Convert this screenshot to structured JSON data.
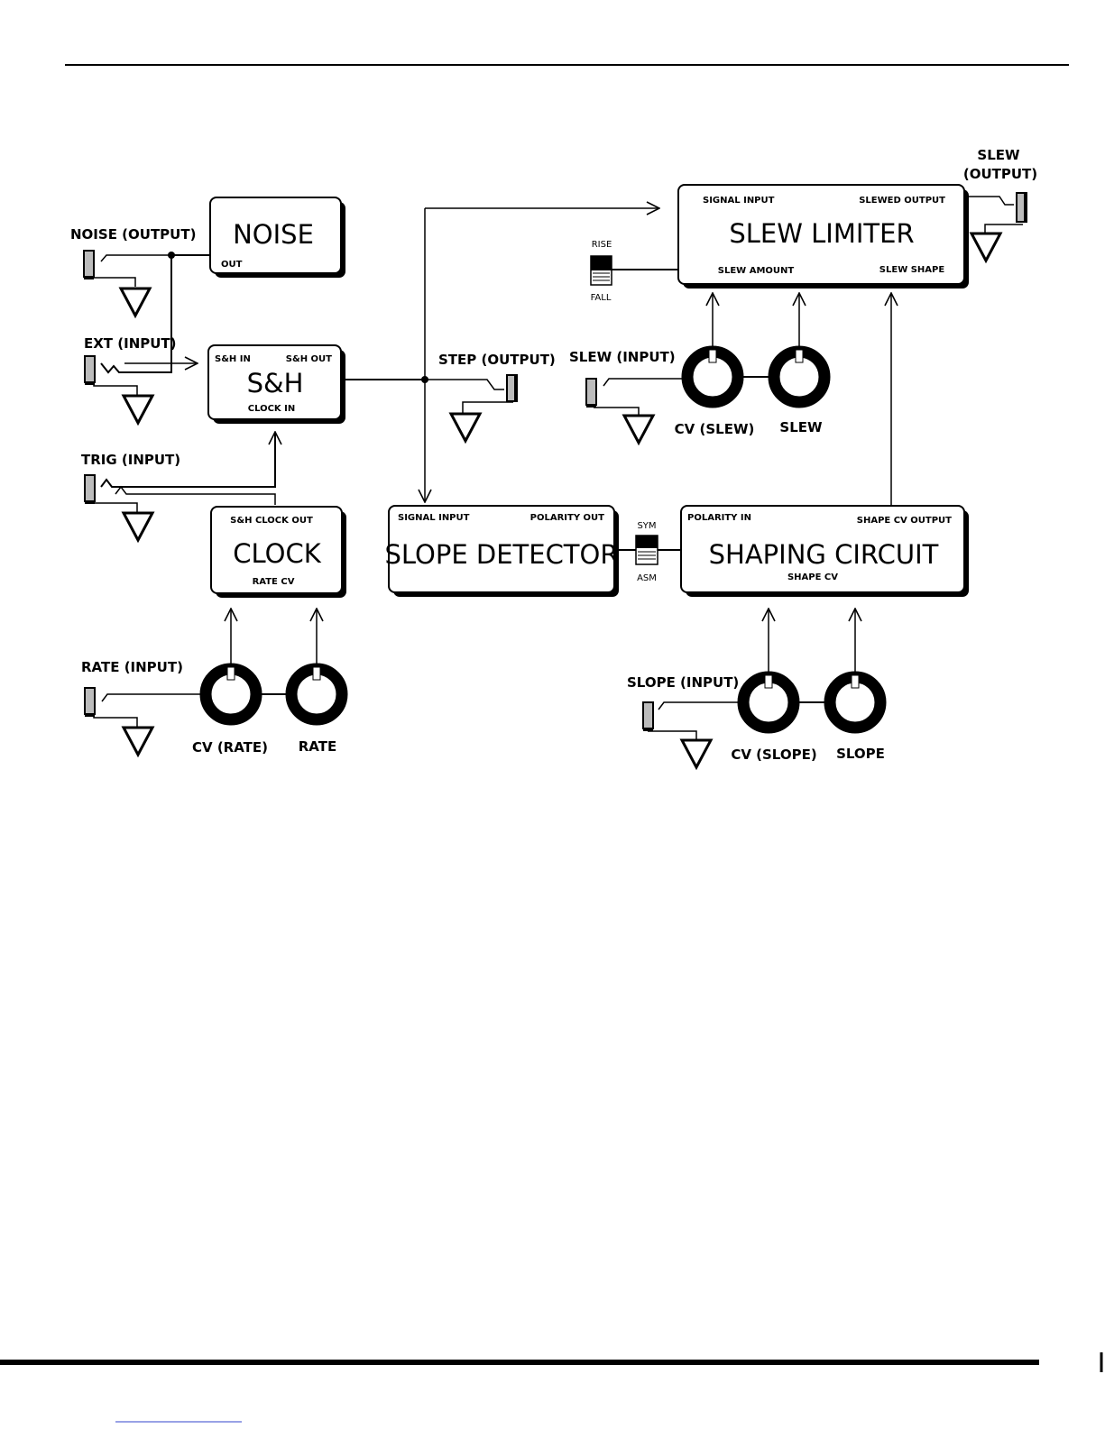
{
  "blocks": {
    "noise": {
      "title": "NOISE",
      "out": "OUT"
    },
    "sh": {
      "title": "S&H",
      "in": "S&H IN",
      "out": "S&H OUT",
      "clock_in": "CLOCK IN"
    },
    "clock": {
      "title": "CLOCK",
      "out": "S&H CLOCK OUT",
      "rate_cv": "RATE CV"
    },
    "slope_detector": {
      "title": "SLOPE DETECTOR",
      "signal_input": "SIGNAL INPUT",
      "polarity_out": "POLARITY OUT"
    },
    "shaping_circuit": {
      "title": "SHAPING CIRCUIT",
      "polarity_in": "POLARITY IN",
      "shape_cv_output": "SHAPE CV OUTPUT",
      "shape_cv": "SHAPE CV"
    },
    "slew_limiter": {
      "title": "SLEW LIMITER",
      "signal_input": "SIGNAL INPUT",
      "slewed_output": "SLEWED OUTPUT",
      "slew_amount": "SLEW AMOUNT",
      "slew_shape": "SLEW SHAPE"
    }
  },
  "jacks": {
    "noise_output": "NOISE (OUTPUT)",
    "ext_input": "EXT (INPUT)",
    "trig_input": "TRIG (INPUT)",
    "rate_input": "RATE  (INPUT)",
    "step_output": "STEP (OUTPUT)",
    "slew_input": "SLEW (INPUT)",
    "slope_input": "SLOPE (INPUT)",
    "slew_output_line1": "SLEW",
    "slew_output_line2": "(OUTPUT)"
  },
  "knobs": {
    "cv_rate": "CV (RATE)",
    "rate": "RATE",
    "cv_slew": "CV (SLEW)",
    "slew": "SLEW",
    "cv_slope": "CV (SLOPE)",
    "slope": "SLOPE"
  },
  "switches": {
    "rise_fall": {
      "top": "RISE",
      "bottom": "FALL"
    },
    "sym_asm": {
      "top": "SYM",
      "bottom": "ASM"
    }
  }
}
